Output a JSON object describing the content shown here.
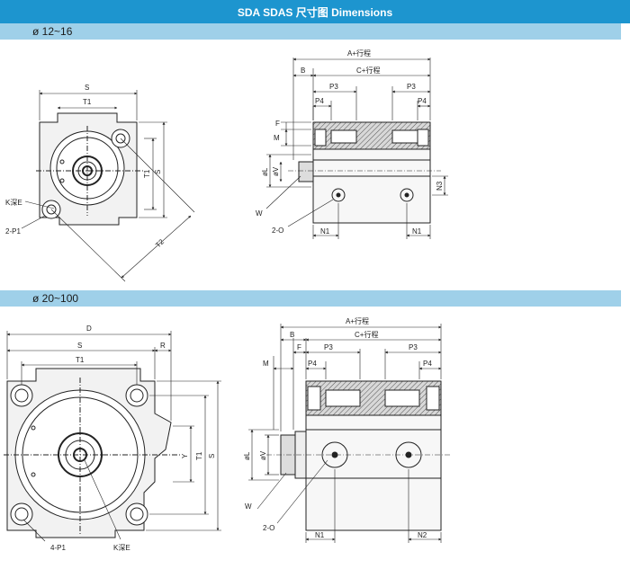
{
  "header": {
    "title": "SDA SDAS 尺寸图 Dimensions"
  },
  "sections": [
    {
      "label": "ø 12~16"
    },
    {
      "label": "ø 20~100"
    }
  ],
  "dims_small": {
    "S": "S",
    "T1": "T1",
    "T1v": "T1",
    "Sv": "S",
    "T2": "T2",
    "kdepth": "K深E",
    "p1": "2-P1",
    "Aplus": "A+行程",
    "Cplus": "C+行程",
    "B": "B",
    "P3a": "P3",
    "P3b": "P3",
    "P4a": "P4",
    "P4b": "P4",
    "F": "F",
    "M": "M",
    "phiL": "øL",
    "phiV": "øV",
    "W": "W",
    "O": "2-O",
    "N1a": "N1",
    "N1b": "N1",
    "N3": "N3"
  },
  "dims_large": {
    "D": "D",
    "S": "S",
    "R": "R",
    "T1": "T1",
    "Y": "Y",
    "T1v": "T1",
    "Sv": "S",
    "p1": "4-P1",
    "kdepth": "K深E",
    "Aplus": "A+行程",
    "Cplus": "C+行程",
    "B": "B",
    "F": "F",
    "M": "M",
    "P3a": "P3",
    "P3b": "P3",
    "P4a": "P4",
    "P4b": "P4",
    "phiL": "øL",
    "phiV": "øV",
    "W": "W",
    "O": "2-O",
    "N1": "N1",
    "N2": "N2"
  }
}
